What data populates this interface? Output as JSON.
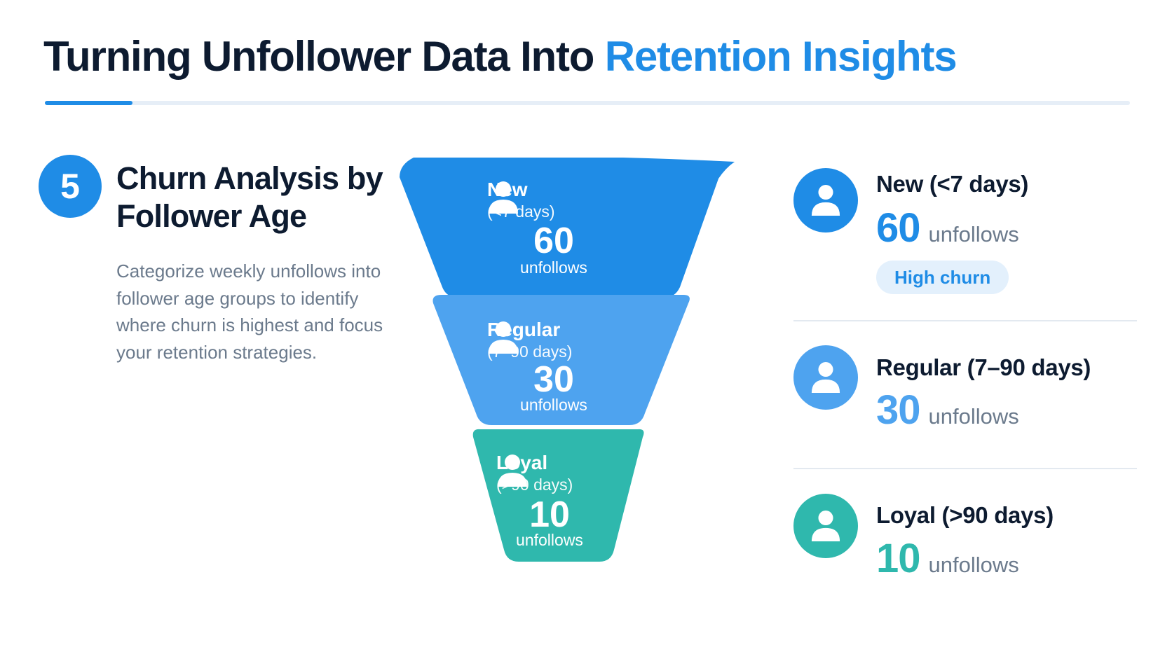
{
  "title": {
    "main": "Turning Unfollower Data Into",
    "accent": "Retention Insights"
  },
  "section": {
    "number": "5",
    "title": "Churn Analysis by Follower Age",
    "description": "Categorize weekly unfollows into follower age groups to identify where churn is highest and focus your retention strategies."
  },
  "colors": {
    "accent": "#1f8ce6",
    "stage_new": "#1f8ce6",
    "stage_regular": "#4ea3ef",
    "stage_loyal": "#2fb8ad"
  },
  "funnel": {
    "stages": [
      {
        "name": "New",
        "range": "(<7 days)",
        "value": "60",
        "unit": "unfollows",
        "icon": "user-icon"
      },
      {
        "name": "Regular",
        "range": "(7–90 days)",
        "value": "30",
        "unit": "unfollows",
        "icon": "user-icon"
      },
      {
        "name": "Loyal",
        "range": "(>90 days)",
        "value": "10",
        "unit": "unfollows",
        "icon": "user-icon"
      }
    ]
  },
  "legend": {
    "items": [
      {
        "label": "New (<7 days)",
        "value": "60",
        "unit": "unfollows",
        "icon": "user-icon"
      },
      {
        "label": "Regular (7–90 days)",
        "value": "30",
        "unit": "unfollows",
        "icon": "user-icon"
      },
      {
        "label": "Loyal (>90 days)",
        "value": "10",
        "unit": "unfollows",
        "icon": "user-icon"
      }
    ],
    "badge": "High churn"
  }
}
